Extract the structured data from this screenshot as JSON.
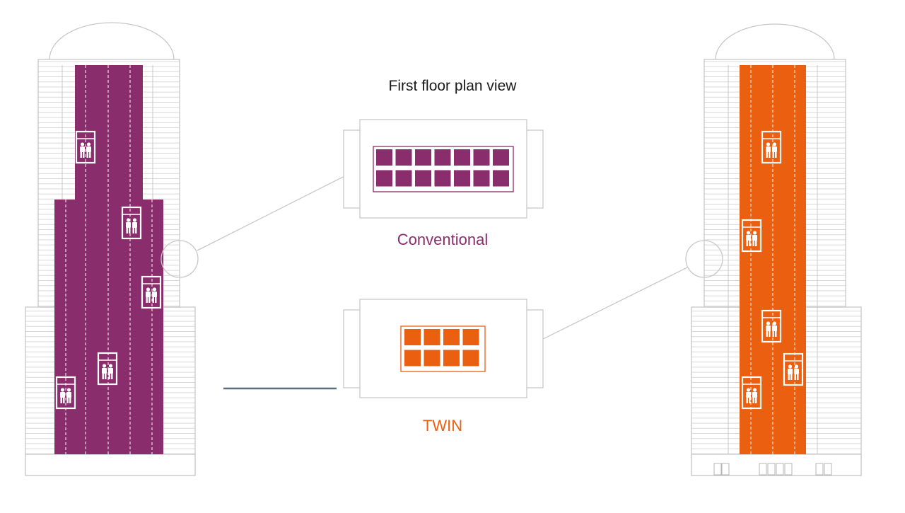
{
  "title": "First floor plan view",
  "labels": {
    "conventional": "Conventional",
    "twin": "TWIN"
  },
  "colors": {
    "conventional": "#8a2d6c",
    "twin": "#ea5f10",
    "outline": "#c8c8c8",
    "shaft_line": "#ffffff",
    "ledger": "#5a6e78"
  },
  "icons": {
    "elevator": "elevator-car-icon",
    "person": "person-icon"
  },
  "conventional_plan": {
    "rows": 2,
    "cars_per_row": 7,
    "elevator_cars_in_section": 5,
    "shafts": 4
  },
  "twin_plan": {
    "rows": 2,
    "cars_per_row": 4,
    "elevator_cars_in_section": 5,
    "shafts": 4
  }
}
